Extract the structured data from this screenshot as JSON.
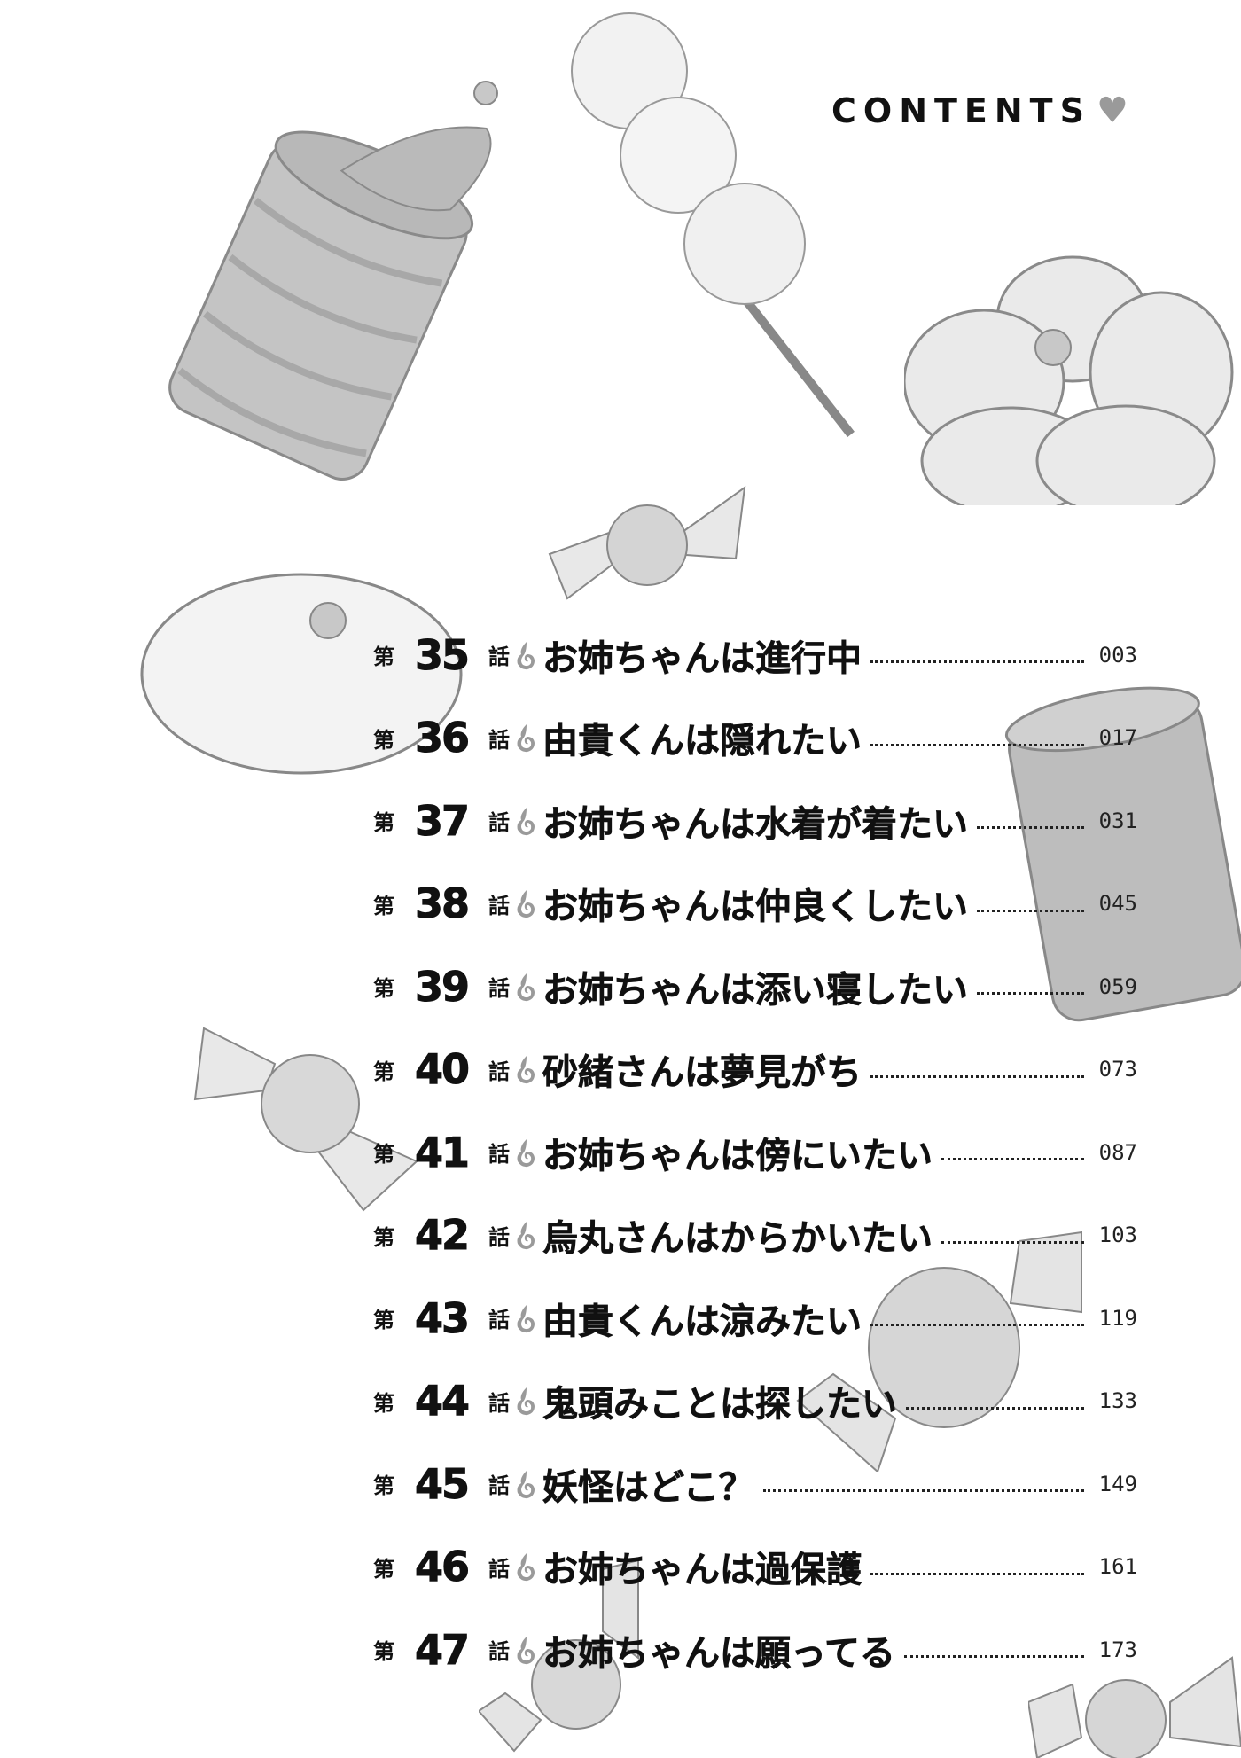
{
  "header": {
    "title": "CONTENTS",
    "title_icon": "flame-o-icon",
    "heart_icon": "heart-icon",
    "heart_color": "#9a9a9a"
  },
  "toc": {
    "prefix": "第",
    "suffix": "話",
    "separator_icon": "flame-icon",
    "entries": [
      {
        "number": "35",
        "title": "お姉ちゃんは進行中",
        "page": "003"
      },
      {
        "number": "36",
        "title": "由貴くんは隠れたい",
        "page": "017"
      },
      {
        "number": "37",
        "title": "お姉ちゃんは水着が着たい",
        "page": "031"
      },
      {
        "number": "38",
        "title": "お姉ちゃんは仲良くしたい",
        "page": "045"
      },
      {
        "number": "39",
        "title": "お姉ちゃんは添い寝したい",
        "page": "059"
      },
      {
        "number": "40",
        "title": "砂緒さんは夢見がち",
        "page": "073"
      },
      {
        "number": "41",
        "title": "お姉ちゃんは傍にいたい",
        "page": "087"
      },
      {
        "number": "42",
        "title": "烏丸さんはからかいたい",
        "page": "103"
      },
      {
        "number": "43",
        "title": "由貴くんは涼みたい",
        "page": "119"
      },
      {
        "number": "44",
        "title": "鬼頭みことは探したい",
        "page": "133"
      },
      {
        "number": "45",
        "title": "妖怪はどこ？",
        "page": "149"
      },
      {
        "number": "46",
        "title": "お姉ちゃんは過保護",
        "page": "161"
      },
      {
        "number": "47",
        "title": "お姉ちゃんは願ってる",
        "page": "173"
      }
    ]
  },
  "illustrations": [
    "tea-cup-splash",
    "dango-skewer",
    "plum-blossom-wagashi",
    "wrapped-candy",
    "round-mochi",
    "tea-cup-right"
  ]
}
